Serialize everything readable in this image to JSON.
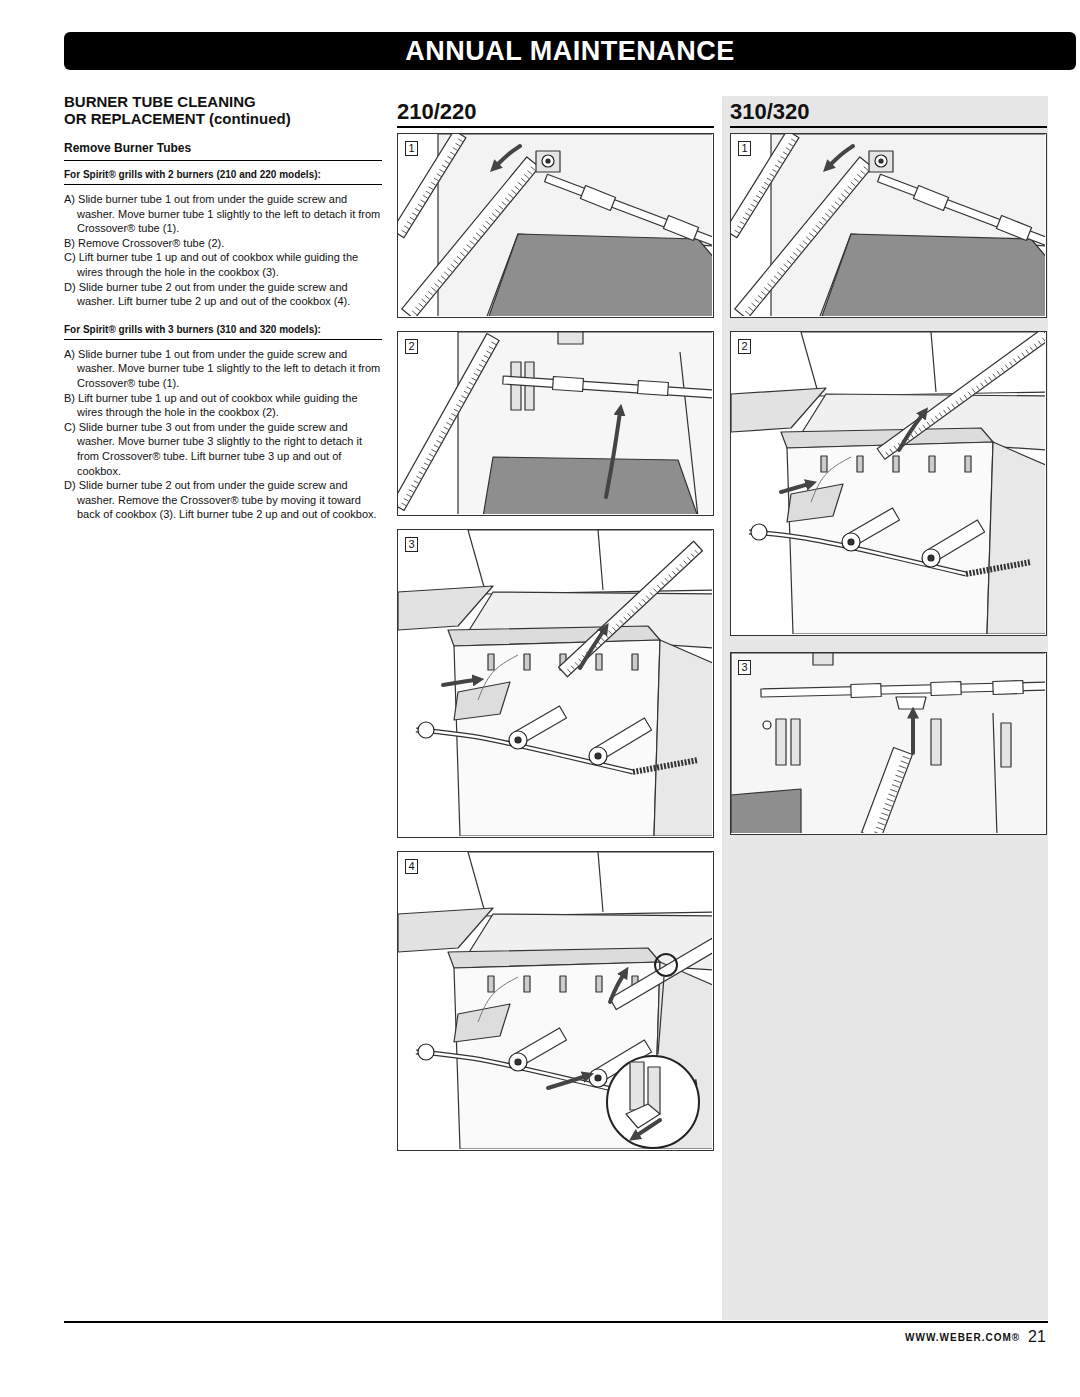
{
  "diagram": {
    "title": "ANNUAL MAINTENANCE",
    "nodes": [
      {
        "text": [
          "1"
        ]
      },
      {
        "text": [
          "2"
        ]
      },
      {
        "text": [
          "3"
        ]
      },
      {
        "text": [
          "4"
        ]
      },
      {
        "text": [
          "310/320"
        ]
      },
      {
        "text": [
          "1"
        ],
        "in": 4
      },
      {
        "text": [
          "2"
        ],
        "in": 4
      },
      {
        "text": [
          "3"
        ],
        "in": 4
      }
    ],
    "labels": [
      "BURNER TUBE CLEANING",
      "OR REPLACEMENT (continued)",
      "Remove Burner Tubes",
      "For Spirit® grills with 2 burners (210 and 220 models):",
      "A) Slide burner tube 1 out from under the guide screw and washer. Move burner tube 1 slightly to the left to detach it from Crossover® tube (1).",
      "B) Remove Crossover® tube (2).",
      "C) Lift burner tube 1 up and out of cookbox while guiding the wires through the hole in the cookbox (3).",
      "D) Slide burner tube 2 out from under the guide screw and washer. Lift burner tube 2 up and out of the cookbox (4).",
      "For Spirit® grills with 3 burners (310 and 320 models):",
      "A) Slide burner tube 1 out from under the guide screw and washer. Move burner tube 1 slightly to the left to detach it from Crossover® tube (1).",
      "B) Lift burner tube 1 up and out of cookbox while guiding the wires through the hole in the cookbox (2).",
      "C) Slide burner tube 3 out from under the guide screw and washer. Move burner tube 3 slightly to the right to detach it from Crossover® tube. Lift burner tube 3 up and out of cookbox.",
      "D) Slide burner tube 2 out from under the guide screw and washer. Remove the Crossover® tube by moving it toward back of cookbox (3). Lift burner tube 2 up and out of cookbox.",
      "210/220",
      "WWW.WEBER.COM®",
      "21"
    ]
  }
}
